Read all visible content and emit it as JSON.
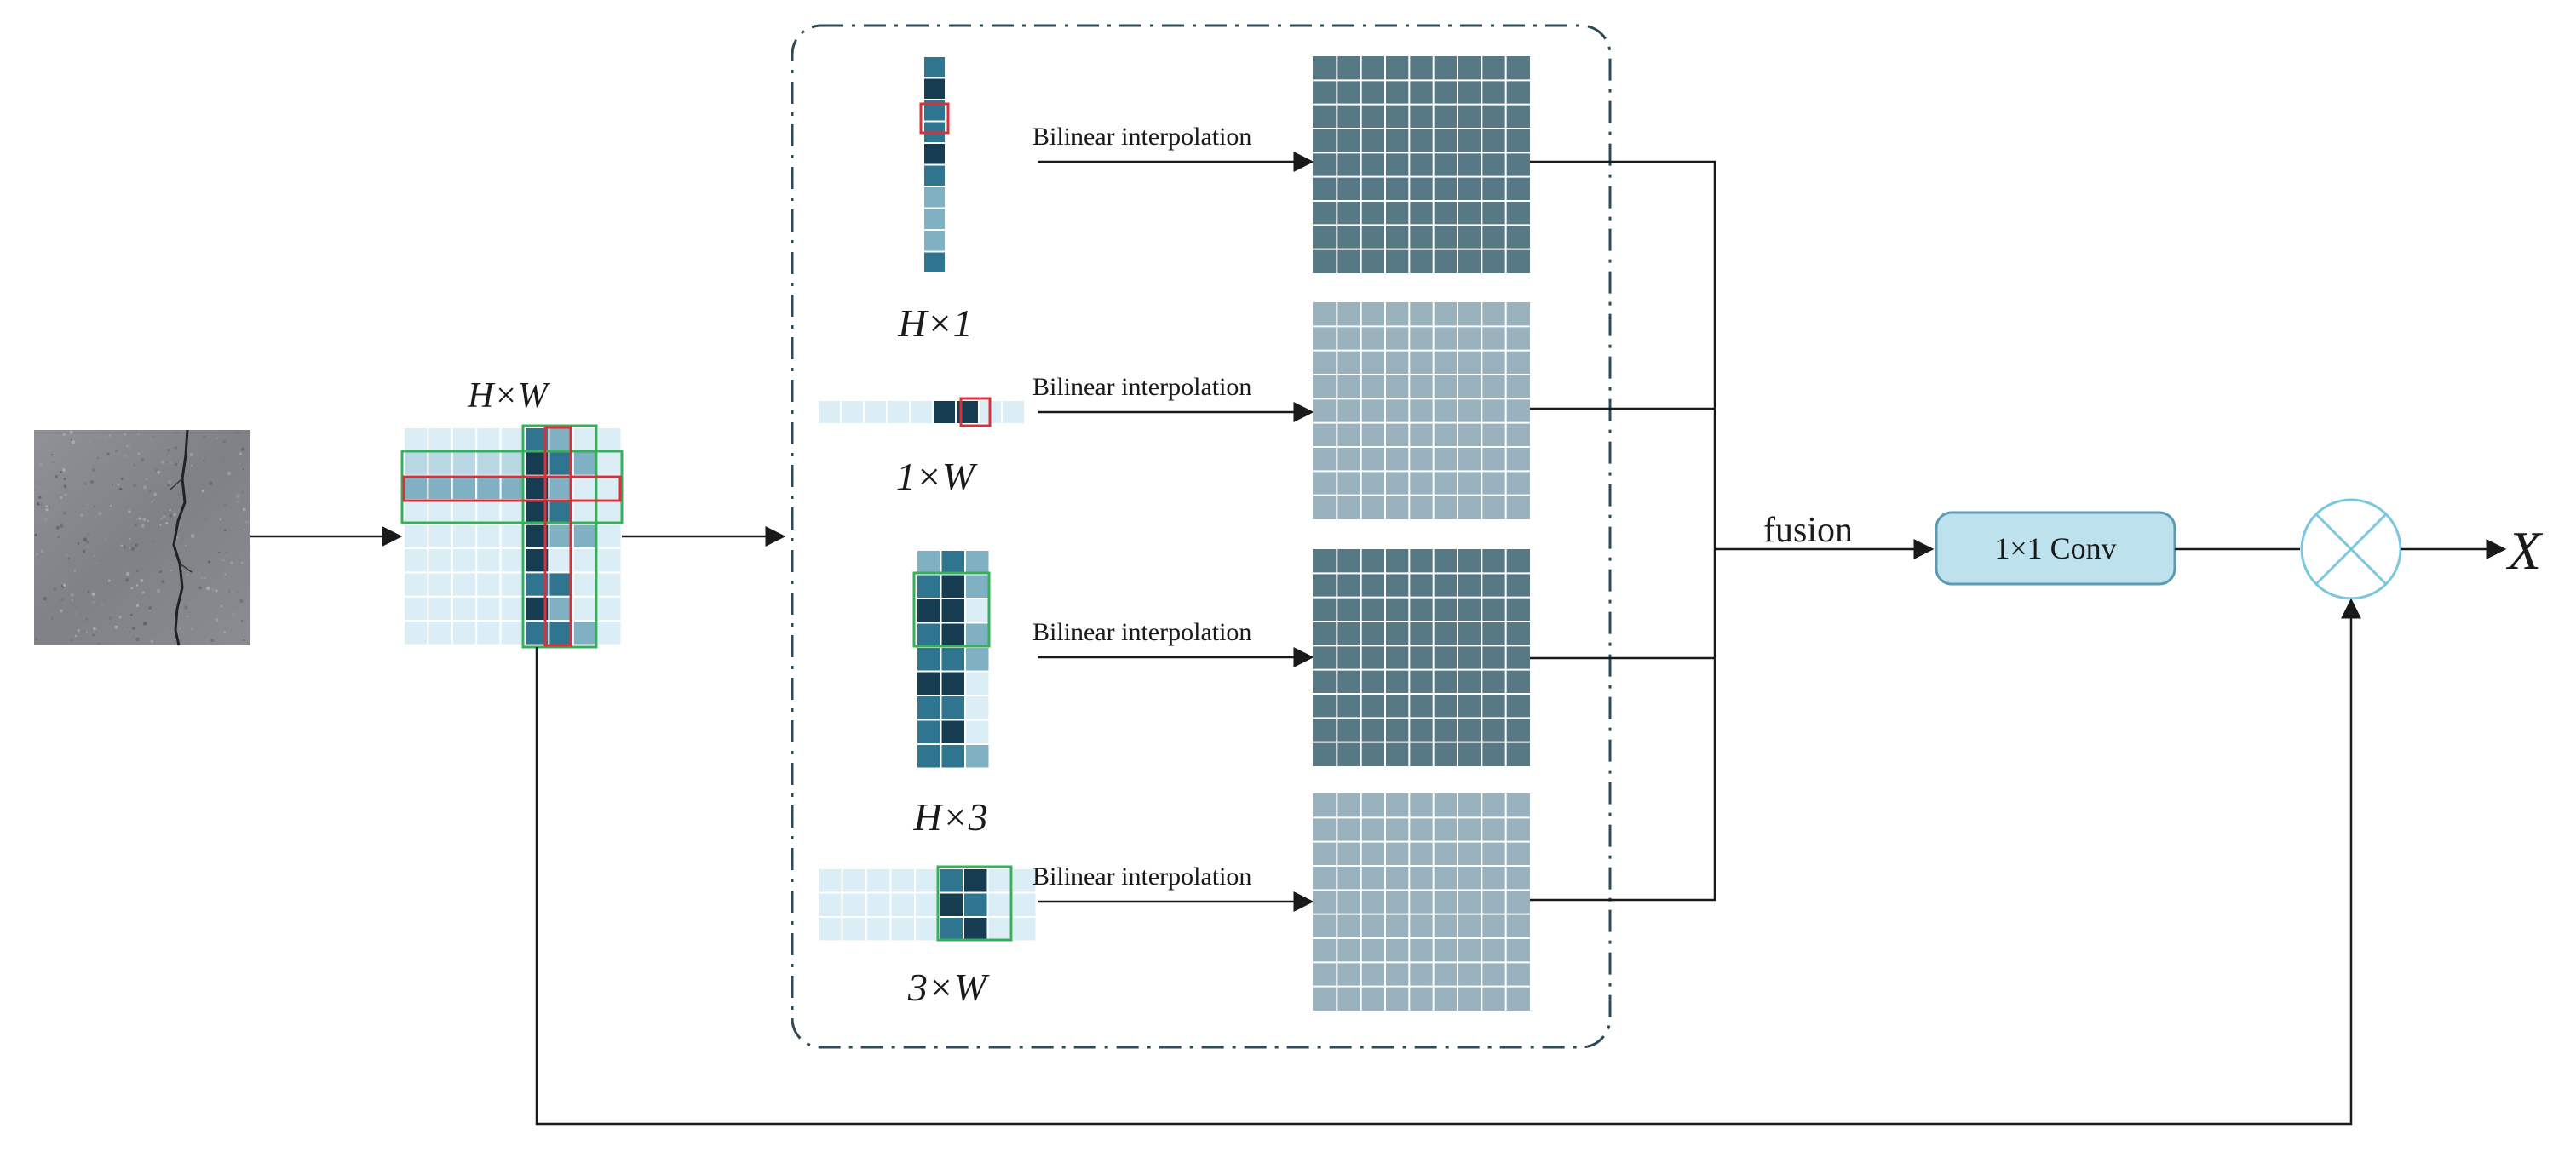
{
  "diagram": {
    "labels": {
      "input_map": "H×W",
      "branch_h1": "H×1",
      "branch_1w": "1×W",
      "branch_h3": "H×3",
      "branch_3w": "3×W",
      "fusion": "fusion",
      "conv": "1×1 Conv",
      "output": "X"
    },
    "branch_op_label": "Bilinear interpolation",
    "operator": "multiply"
  },
  "colors": {
    "cell_light": "#dceef5",
    "cell_mid": "#7fb1c2",
    "cell_teal": "#2f7590",
    "cell_dark": "#163c52",
    "highlight_red": "#d6323c",
    "highlight_green": "#34b15a",
    "dashed_box": "#2d4a57",
    "grid_dark": "#577885",
    "grid_light": "#99b2bd",
    "conv_fill": "#bde2ee",
    "conv_stroke": "#5c9ab0",
    "operator_stroke": "#7cc6de",
    "line": "#1a1a1a"
  }
}
